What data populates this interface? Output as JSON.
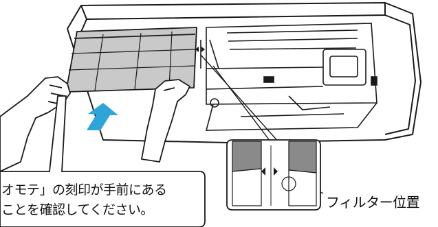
{
  "figure": {
    "callout_text_line1": "オモテ」の刻印が手前にある",
    "callout_text_line2": "ことを確認してください。",
    "filter_position_label": "フィルター位置"
  },
  "colors": {
    "line": "#1a1a1a",
    "filter_fill": "#c9c9c9",
    "unit_fill": "#ffffff",
    "arrow": "#2fa4d9",
    "inset_gray": "#8a8a8a"
  }
}
